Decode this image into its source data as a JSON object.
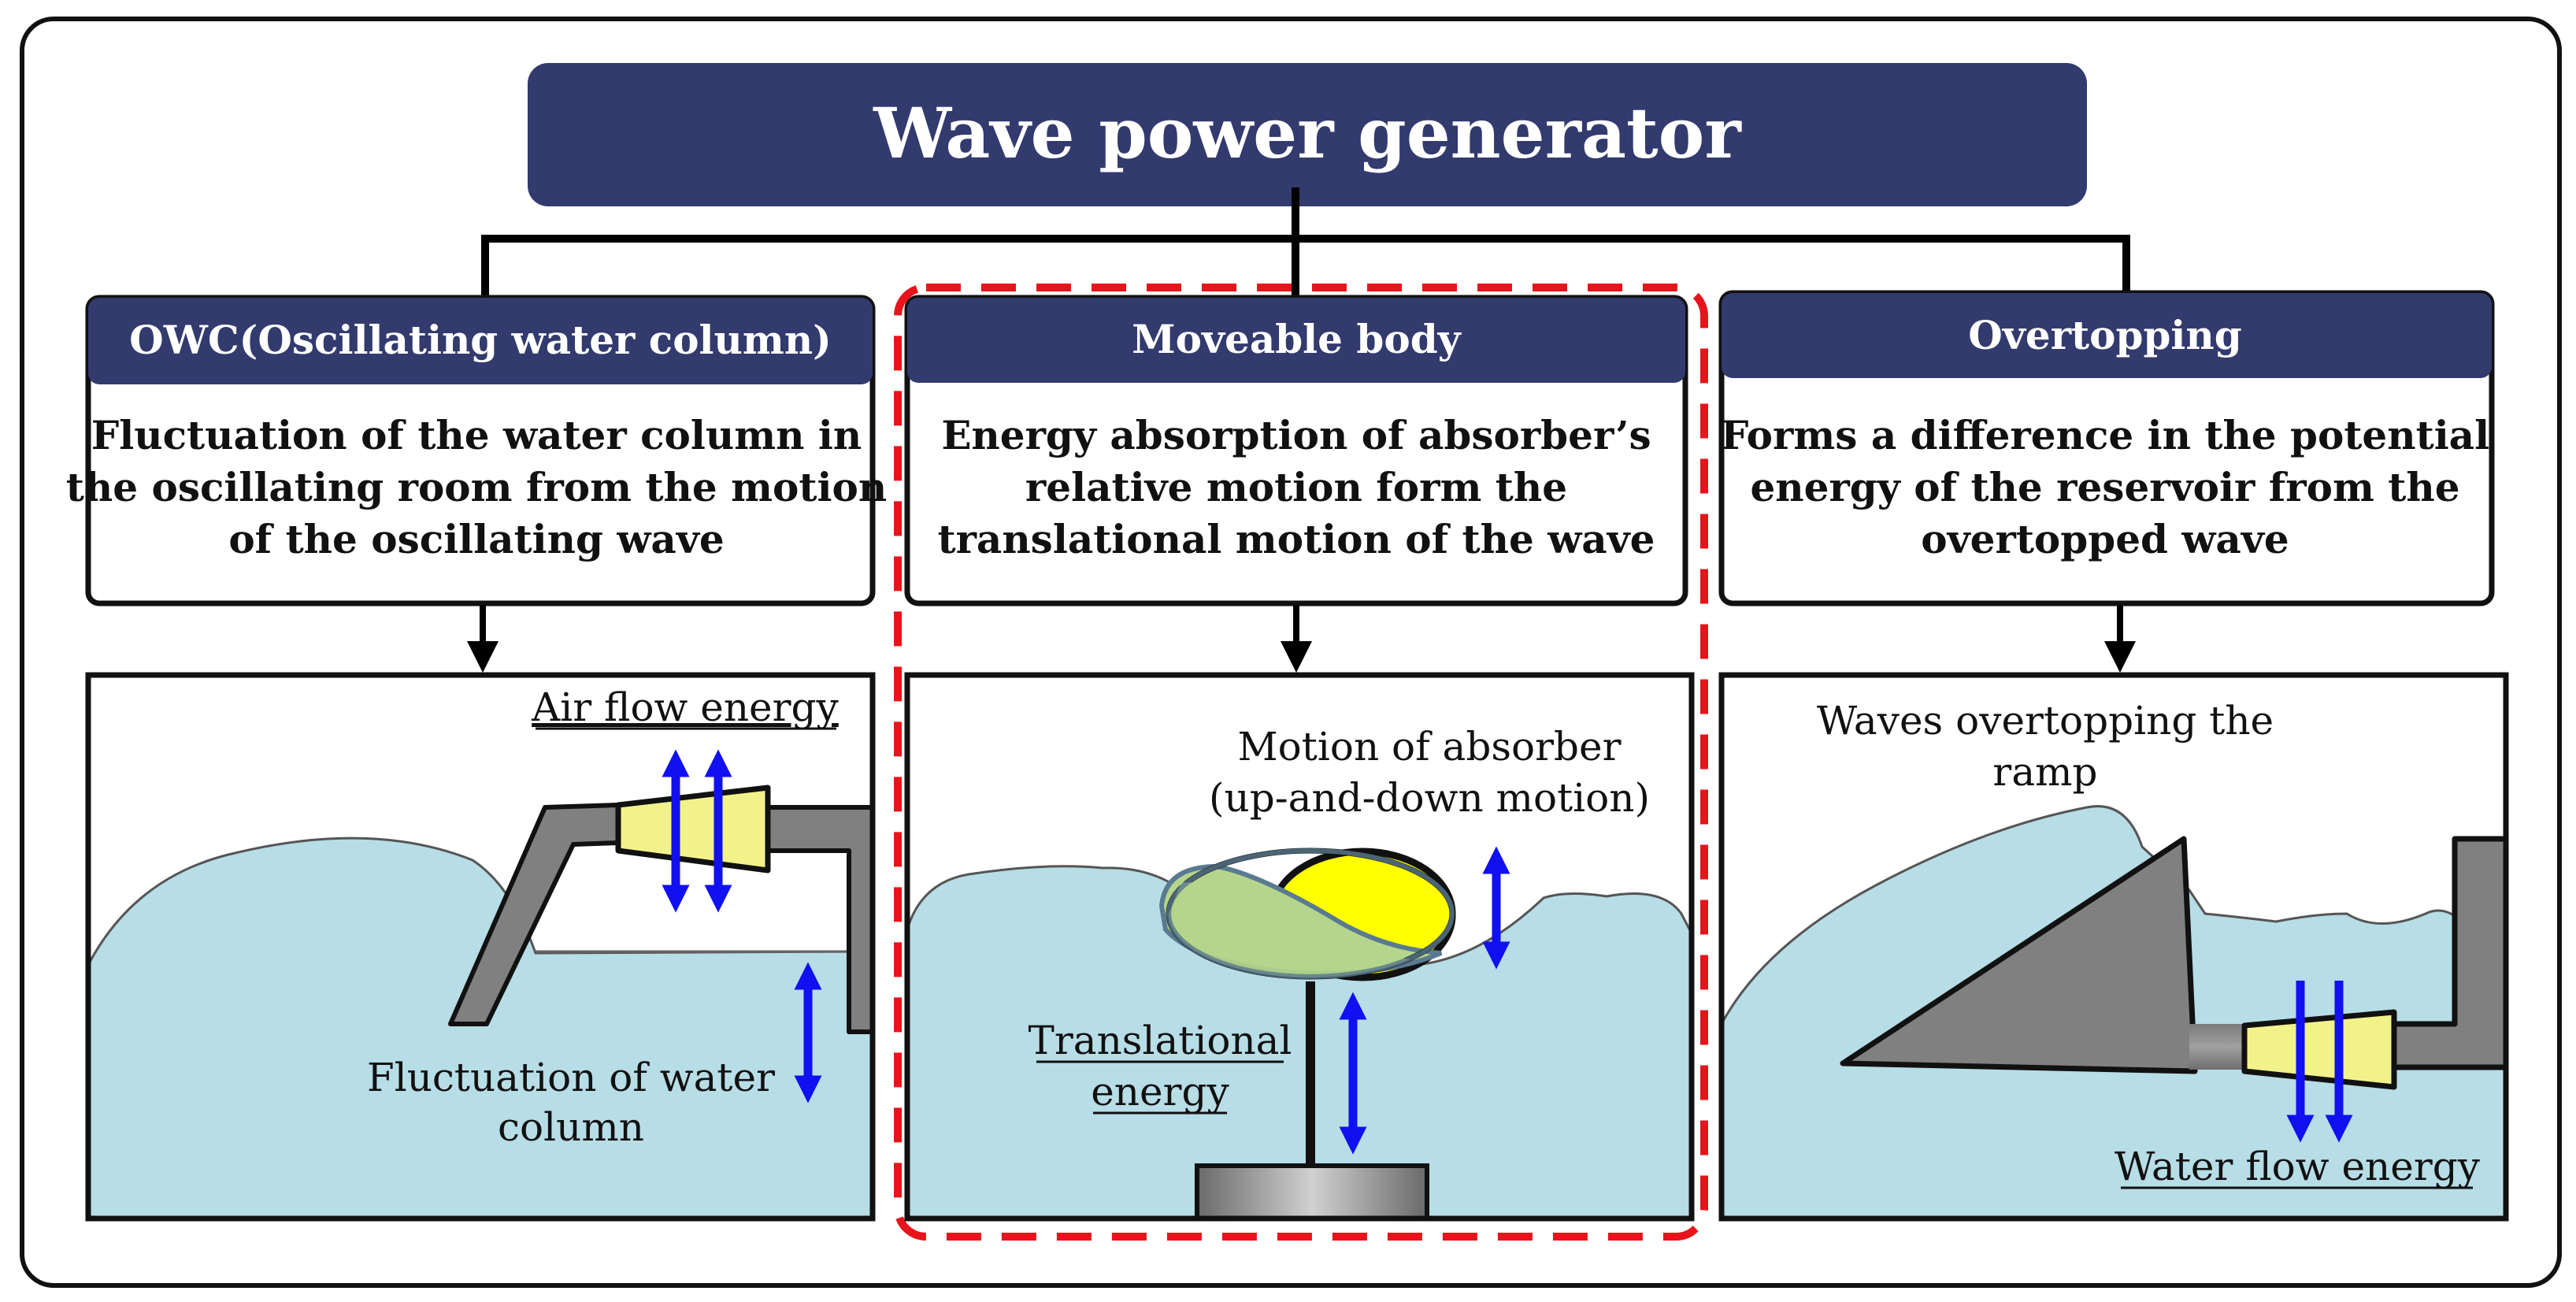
{
  "title": "Wave power generator",
  "categories": [
    {
      "heading": "OWC(Oscillating water column)",
      "description": [
        "Fluctuation of the water column in",
        "the oscillating room from the motion",
        "of the oscillating wave"
      ],
      "labels": {
        "energy": "Air flow energy",
        "motion": [
          "Fluctuation of water",
          "column"
        ]
      }
    },
    {
      "heading": "Moveable body",
      "description": [
        "Energy absorption of absorber’s",
        "relative motion form the",
        "translational motion of the wave"
      ],
      "labels": {
        "motion": [
          "Motion of absorber",
          "(up-and-down motion)"
        ],
        "energy": [
          "Translational",
          "energy"
        ]
      }
    },
    {
      "heading": "Overtopping",
      "description": [
        "Forms a difference in the potential",
        "energy of the reservoir from the",
        "overtopped wave"
      ],
      "labels": {
        "motion": [
          "Waves overtopping the",
          "ramp"
        ],
        "energy": "Water flow energy"
      }
    }
  ],
  "colors": {
    "header_fill": "#323A6E",
    "water": "#B7DDE6",
    "highlight_dash": "#E8141C",
    "arrow": "#1010F0",
    "turbine": "#F2F28A",
    "absorber": "#FFFF00",
    "structure": "#808080"
  }
}
